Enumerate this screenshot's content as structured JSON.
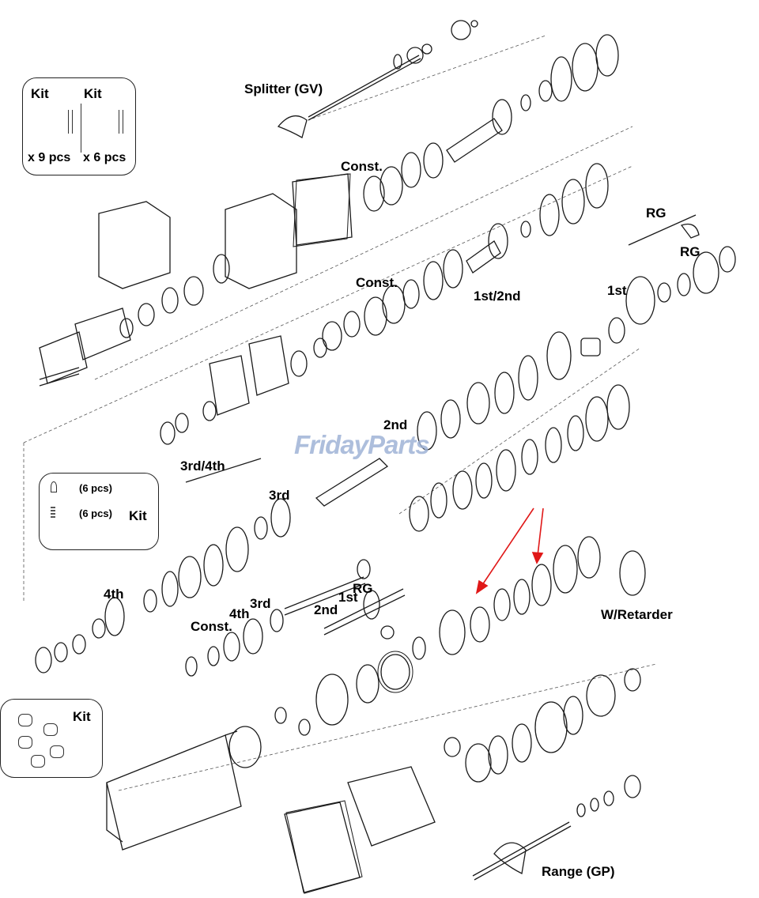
{
  "watermark": "FridayParts",
  "labels": {
    "splitter": "Splitter (GV)",
    "const_top": "Const.",
    "rg_top": "RG",
    "rg_right": "RG",
    "const_mid": "Const.",
    "first_second": "1st/2nd",
    "first_right": "1st",
    "second": "2nd",
    "third_fourth": "3rd/4th",
    "third": "3rd",
    "fourth_left": "4th",
    "rg_shaft": "RG",
    "first_shaft": "1st",
    "second_shaft": "2nd",
    "third_shaft": "3rd",
    "fourth_shaft": "4th",
    "const_shaft": "Const.",
    "w_retarder": "W/Retarder",
    "range": "Range (GP)"
  },
  "kit_top": {
    "col1": "Kit",
    "col2": "Kit",
    "qty1": "x 9 pcs",
    "qty2": "x 6 pcs"
  },
  "kit_mid": {
    "qty_pin": "(6 pcs)",
    "qty_spring": "(6 pcs)",
    "title": "Kit"
  },
  "kit_bottom": {
    "title": "Kit"
  },
  "colors": {
    "arrow": "#e01818",
    "line": "#1a1a1a",
    "watermark_blue": "#9fb3d6",
    "watermark_orange": "#f2c27a"
  }
}
